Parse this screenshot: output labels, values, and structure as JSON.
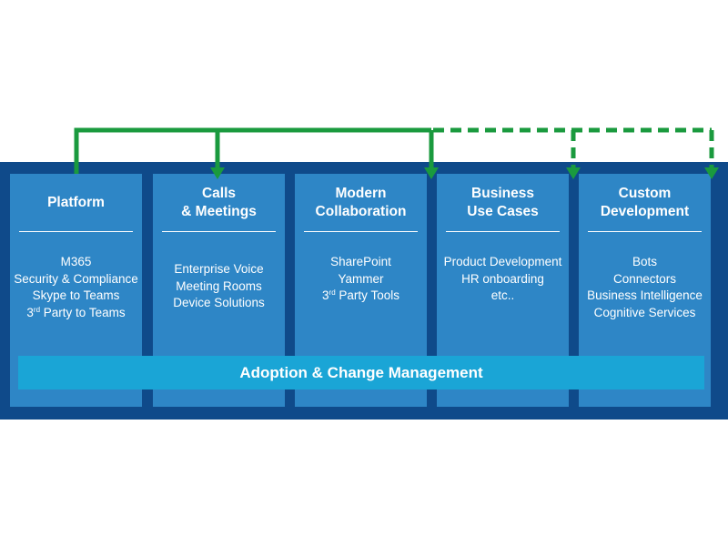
{
  "colors": {
    "outer_band": "#0f4a8a",
    "pillar": "#2e86c6",
    "adoption_bar": "#1aa5d6",
    "connector": "#1a9a3e",
    "text": "#ffffff"
  },
  "pillars": [
    {
      "title_lines": [
        "Platform"
      ],
      "items": [
        {
          "text": "M365"
        },
        {
          "text": "Security & Compliance"
        },
        {
          "text": "Skype to Teams"
        },
        {
          "pre": "3",
          "sup": "rd",
          "post": " Party to Teams"
        }
      ]
    },
    {
      "title_lines": [
        "Calls",
        "& Meetings"
      ],
      "items": [
        {
          "text": "Enterprise Voice"
        },
        {
          "text": "Meeting Rooms"
        },
        {
          "text": "Device Solutions"
        }
      ]
    },
    {
      "title_lines": [
        "Modern",
        "Collaboration"
      ],
      "items": [
        {
          "text": "SharePoint"
        },
        {
          "text": "Yammer"
        },
        {
          "pre": "3",
          "sup": "rd",
          "post": " Party Tools"
        }
      ]
    },
    {
      "title_lines": [
        "Business",
        "Use Cases"
      ],
      "items": [
        {
          "text": "Product Development"
        },
        {
          "text": "HR onboarding"
        },
        {
          "text": "etc.."
        }
      ]
    },
    {
      "title_lines": [
        "Custom",
        "Development"
      ],
      "items": [
        {
          "text": "Bots"
        },
        {
          "text": "Connectors"
        },
        {
          "text": "Business Intelligence"
        },
        {
          "text": "Cognitive Services"
        }
      ]
    }
  ],
  "adoption_bar": {
    "label": "Adoption & Change Management"
  },
  "connectors": {
    "solid_from": "Platform",
    "solid_to": [
      "Calls & Meetings",
      "Modern Collaboration"
    ],
    "dashed_to": [
      "Business Use Cases",
      "Custom Development"
    ]
  }
}
